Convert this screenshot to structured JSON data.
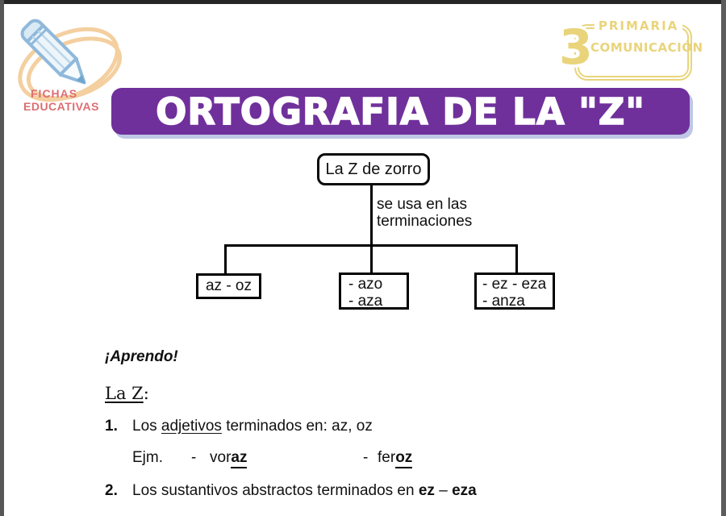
{
  "logo": {
    "line1": "FICHAS",
    "line2": "EDUCATIVAS",
    "text_color": "#DD6E72",
    "pencil_color": "#D9EAF5",
    "pencil_outline_color": "#8FB9DB",
    "swirl_color": "#F4CF9F"
  },
  "badge": {
    "grade": "3",
    "level": "PRIMARIA",
    "subject": "COMUNICACIÓN",
    "color": "#E9D47B"
  },
  "banner": {
    "title": "ORTOGRAFIA DE LA \"Z\"",
    "bg_color": "#70309B",
    "text_color": "#FFFFFF",
    "shadow_color": "#BFC7E6"
  },
  "diagram": {
    "root_label": "La Z de zorro",
    "caption": {
      "line1": "se usa en las",
      "line2": "terminaciones"
    },
    "leaves": [
      {
        "line1": "az - oz"
      },
      {
        "line1": "- azo",
        "line2": "- aza"
      },
      {
        "line1": "- ez - eza",
        "line2": "- anza"
      }
    ]
  },
  "content": {
    "heading": "¡Aprendo!",
    "rule_intro": {
      "underlined": "La Z",
      "suffix": ":"
    },
    "item1": {
      "number": "1.",
      "text_pre": "Los ",
      "text_underlined": "adjetivos",
      "text_post": " terminados en: az, oz"
    },
    "example": {
      "label": "Ejm.",
      "dash1": "-",
      "word1_stem": "vor",
      "word1_ending": "az",
      "dash2": "-",
      "word2_stem": "fer",
      "word2_ending": "oz"
    },
    "item2": {
      "number": "2.",
      "text_pre": "Los sustantivos abstractos terminados en ",
      "ending1": "ez",
      "separator": " – ",
      "ending2": "eza"
    }
  }
}
